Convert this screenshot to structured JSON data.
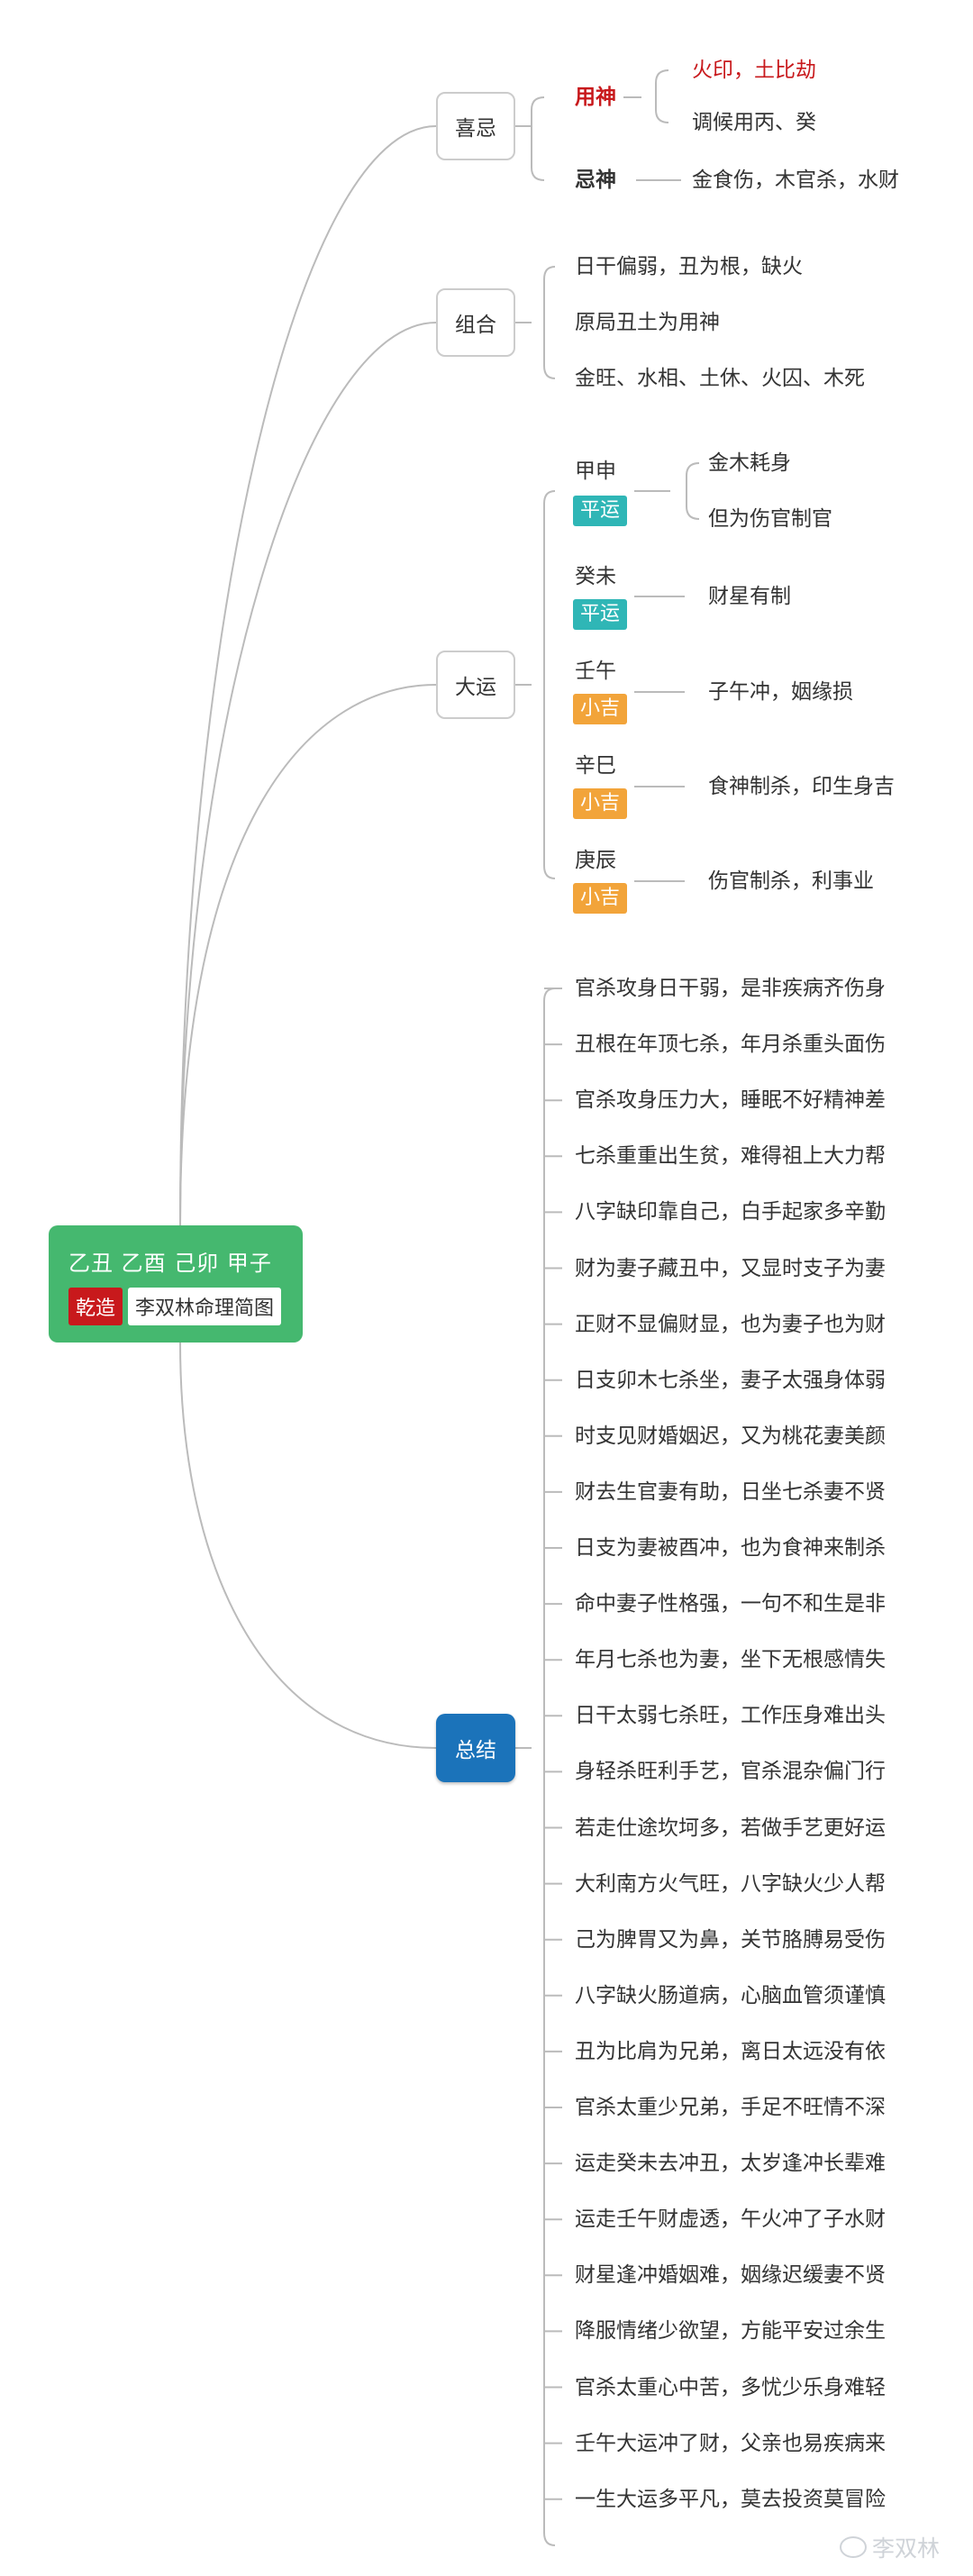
{
  "root": {
    "title": "乙丑 乙酉 己卯 甲子",
    "tag": "乾造",
    "label": "李双林命理简图"
  },
  "xiji": {
    "label": "喜忌",
    "yongshen_label": "用神",
    "yongshen_items": [
      "火印，土比劫",
      "调候用丙、癸"
    ],
    "jishen_label": "忌神",
    "jishen_text": "金食伤，木官杀，水财"
  },
  "zuhe": {
    "label": "组合",
    "items": [
      "日干偏弱，丑为根，缺火",
      "原局丑土为用神",
      "金旺、水相、土休、火囚、木死"
    ]
  },
  "dayun": {
    "label": "大运",
    "items": [
      {
        "name": "甲申",
        "badge": "平运",
        "badge_color": "#2fb6b6",
        "notes": [
          "金木耗身",
          "但为伤官制官"
        ]
      },
      {
        "name": "癸未",
        "badge": "平运",
        "badge_color": "#2fb6b6",
        "notes": [
          "财星有制"
        ]
      },
      {
        "name": "壬午",
        "badge": "小吉",
        "badge_color": "#f2a43a",
        "notes": [
          "子午冲，姻缘损"
        ]
      },
      {
        "name": "辛巳",
        "badge": "小吉",
        "badge_color": "#f2a43a",
        "notes": [
          "食神制杀，印生身吉"
        ]
      },
      {
        "name": "庚辰",
        "badge": "小吉",
        "badge_color": "#f2a43a",
        "notes": [
          "伤官制杀，利事业"
        ]
      }
    ]
  },
  "zongjie": {
    "label": "总结",
    "lines": [
      "官杀攻身日干弱，是非疾病齐伤身",
      "丑根在年顶七杀，年月杀重头面伤",
      "官杀攻身压力大，睡眠不好精神差",
      "七杀重重出生贫，难得祖上大力帮",
      "八字缺印靠自己，白手起家多辛勤",
      "财为妻子藏丑中，又显时支子为妻",
      "正财不显偏财显，也为妻子也为财",
      "日支卯木七杀坐，妻子太强身体弱",
      "时支见财婚姻迟，又为桃花妻美颜",
      "财去生官妻有助，日坐七杀妻不贤",
      "日支为妻被酉冲，也为食神来制杀",
      "命中妻子性格强，一句不和生是非",
      "年月七杀也为妻，坐下无根感情失",
      "日干太弱七杀旺，工作压身难出头",
      "身轻杀旺利手艺，官杀混杂偏门行",
      "若走仕途坎坷多，若做手艺更好运",
      "大利南方火气旺，八字缺火少人帮",
      "己为脾胃又为鼻，关节胳膊易受伤",
      "八字缺火肠道病，心脑血管须谨慎",
      "丑为比肩为兄弟，离日太远没有依",
      "官杀太重少兄弟，手足不旺情不深",
      "运走癸未去冲丑，太岁逢冲长辈难",
      "运走壬午财虚透，午火冲了子水财",
      "财星逢冲婚姻难，姻缘迟缓妻不贤",
      "降服情绪少欲望，方能平安过余生",
      "官杀太重心中苦，多忧少乐身难轻",
      "壬午大运冲了财，父亲也易疾病来",
      "一生大运多平凡，莫去投资莫冒险"
    ]
  },
  "watermark": "李双林",
  "colors": {
    "root_bg": "#45b86f",
    "summary_bg": "#1b73ba",
    "accent_red": "#c8191c",
    "badge_ping": "#2fb6b6",
    "badge_ji": "#f2a43a",
    "line": "#bbbbbb"
  }
}
